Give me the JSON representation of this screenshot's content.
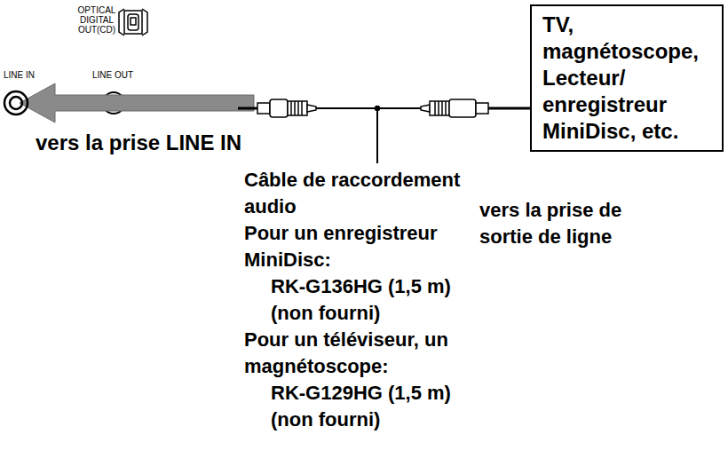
{
  "diagram": {
    "nodes": [
      {
        "text": [
          "TV, magnétoscope, Lecteur/ enregistreur MiniDisc, etc."
        ]
      }
    ],
    "labels": [
      "OPTICAL DIGITAL OUT(CD)",
      "LINE IN",
      "LINE OUT",
      "vers la prise LINE IN",
      "Câble de raccordement audio",
      "Pour un enregistreur MiniDisc:",
      "RK-G136HG (1,5 m)",
      "(non fourni)",
      "Pour un téléviseur, un magnétoscope:",
      "RK-G129HG (1,5 m)",
      "(non fourni)",
      "vers la prise de sortie de ligne"
    ]
  }
}
